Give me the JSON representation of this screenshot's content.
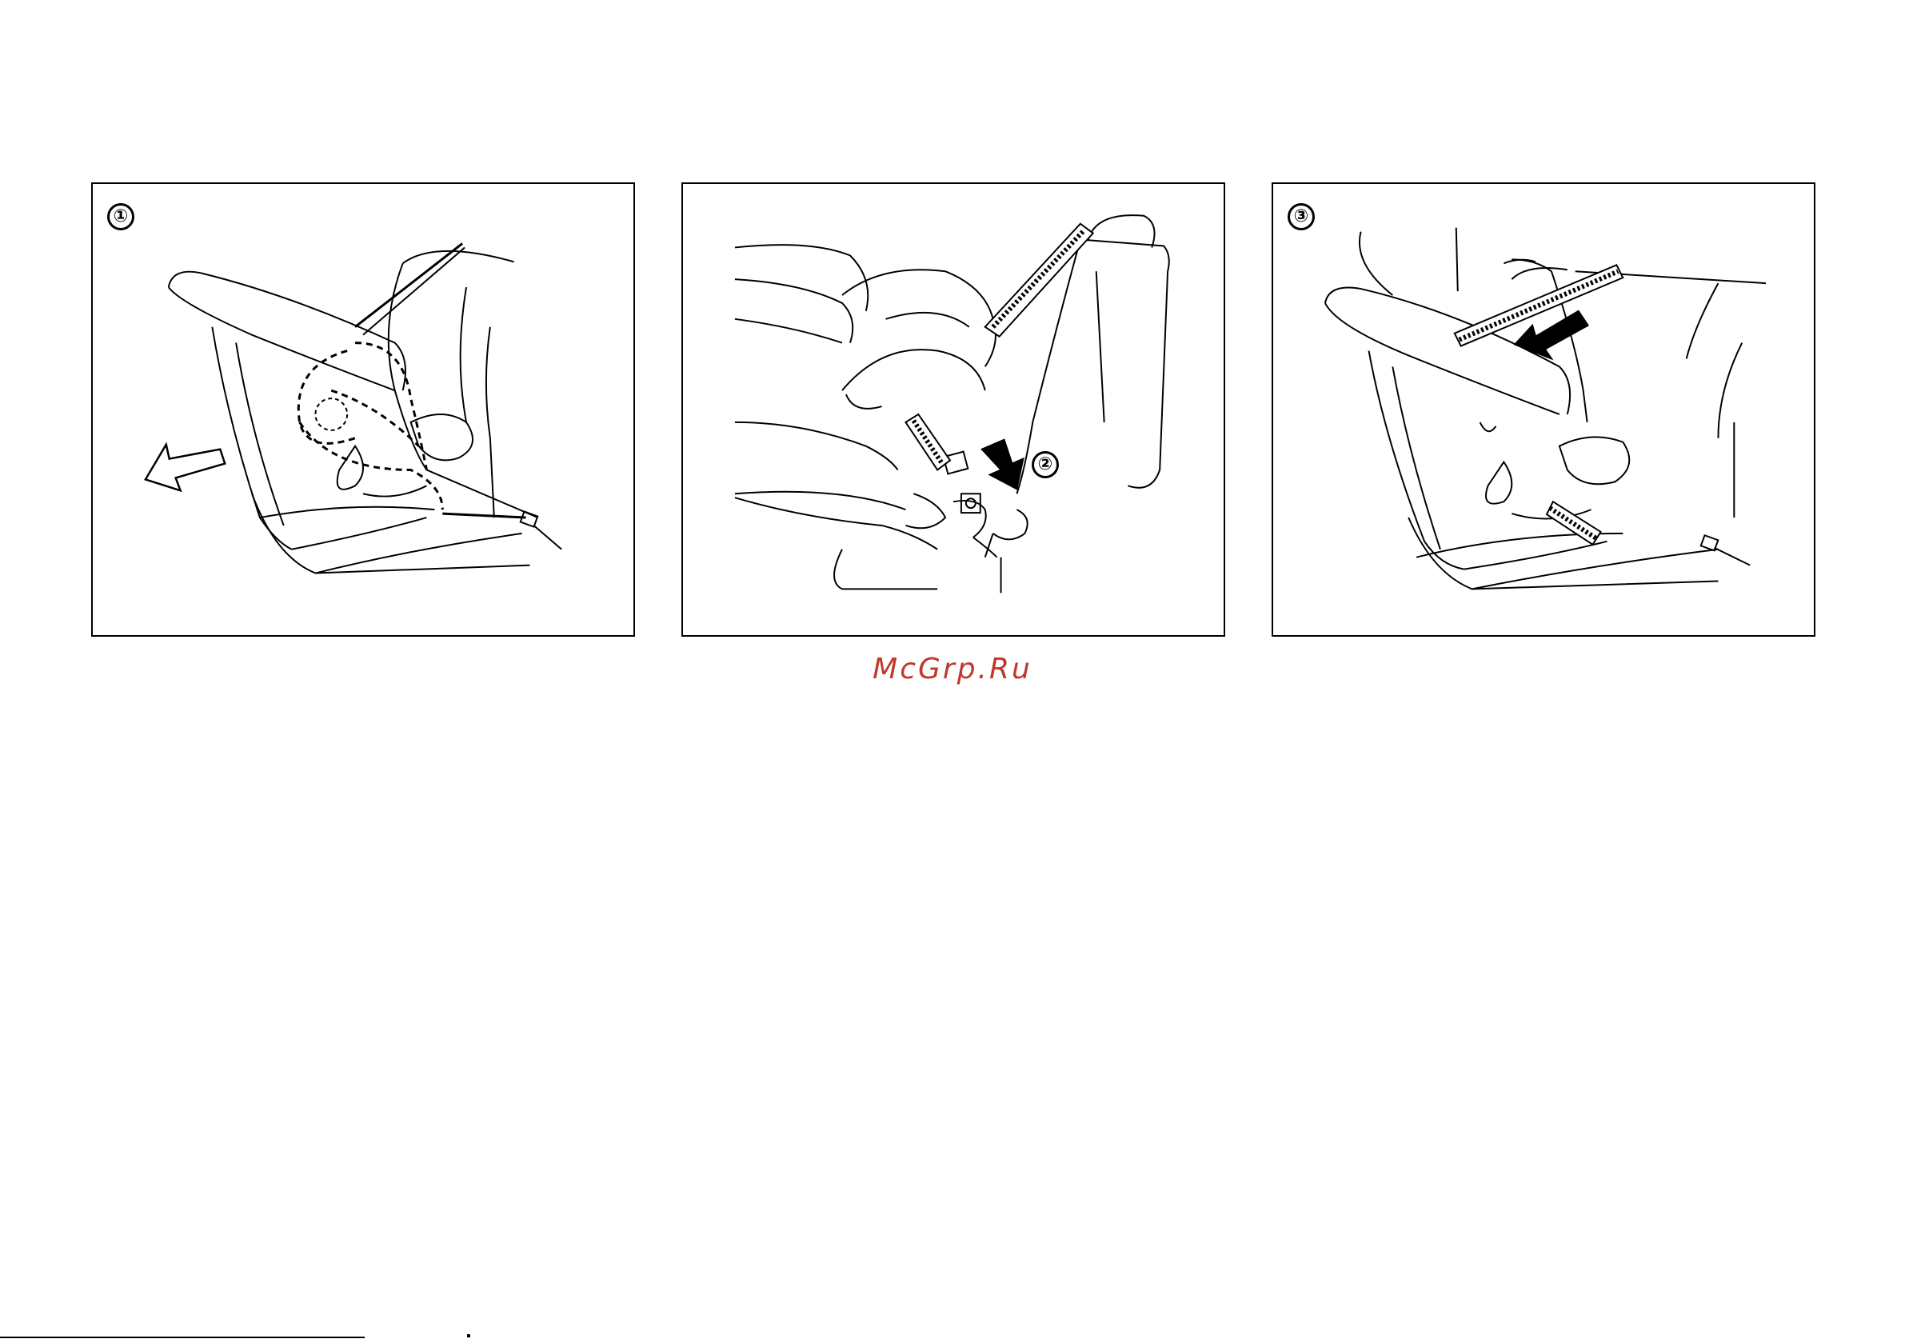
{
  "figure": {
    "panels": [
      {
        "step_label": "①",
        "arrow_direction": "left-down",
        "note_icon": "car-seat-belt-routing-icon"
      },
      {
        "step_label": "②",
        "arrow_direction": "down",
        "note_icon": "buckle-fasten-icon"
      },
      {
        "step_label": "③",
        "arrow_direction": "left-down",
        "note_icon": "belt-tighten-icon"
      }
    ]
  },
  "watermark": {
    "text": "McGrp.Ru",
    "color": "#c0392b"
  }
}
